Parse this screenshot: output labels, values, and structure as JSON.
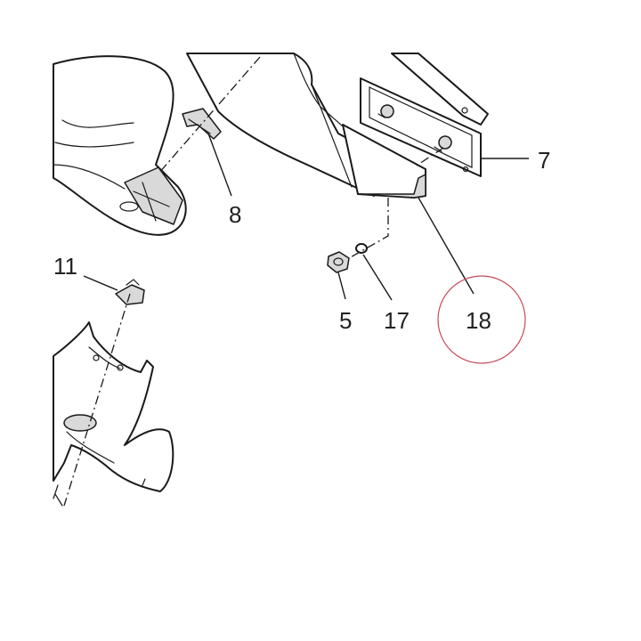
{
  "callouts": [
    {
      "id": "7",
      "label": "7"
    },
    {
      "id": "8",
      "label": "8"
    },
    {
      "id": "11",
      "label": "11"
    },
    {
      "id": "5",
      "label": "5"
    },
    {
      "id": "17",
      "label": "17"
    },
    {
      "id": "18",
      "label": "18"
    }
  ],
  "highlighted_callout": "18",
  "colors": {
    "line": "#1a1a1a",
    "highlight": "#c44a5a"
  }
}
